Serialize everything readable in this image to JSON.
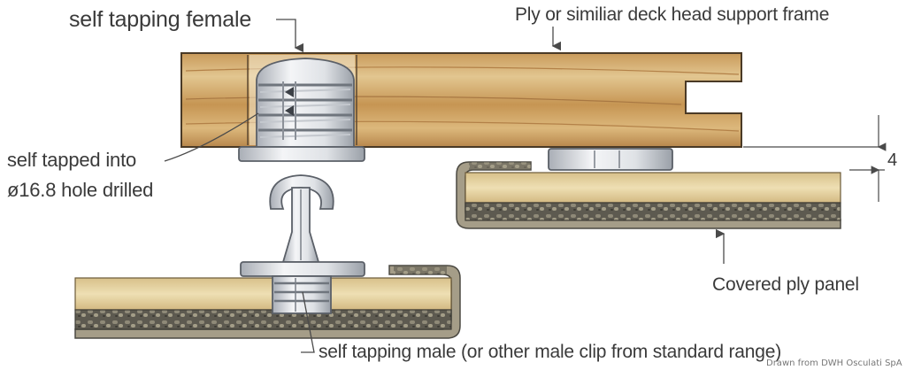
{
  "labels": {
    "self_tapping_female": "self tapping female",
    "deck_head_frame": "Ply or similiar deck head support frame",
    "self_tapped_into_line1": "self tapped into",
    "self_tapped_into_line2": "ø16.8 hole drilled",
    "covered_ply_panel": "Covered ply panel",
    "self_tapping_male": "self tapping male (or other male clip from standard range)",
    "gap_dimension": "4",
    "credit": "Drawn from DWH Osculati SpA"
  },
  "colors": {
    "wood_light": "#e3c98c",
    "wood_dark": "#b9884d",
    "ply_face": "#e8d6a5",
    "covering": "#5d5a50",
    "plastic": "#e2e4e8",
    "plastic_shade": "#9ea3ab",
    "leader": "#4a4a4a",
    "label_text": "#3a3a3a"
  }
}
